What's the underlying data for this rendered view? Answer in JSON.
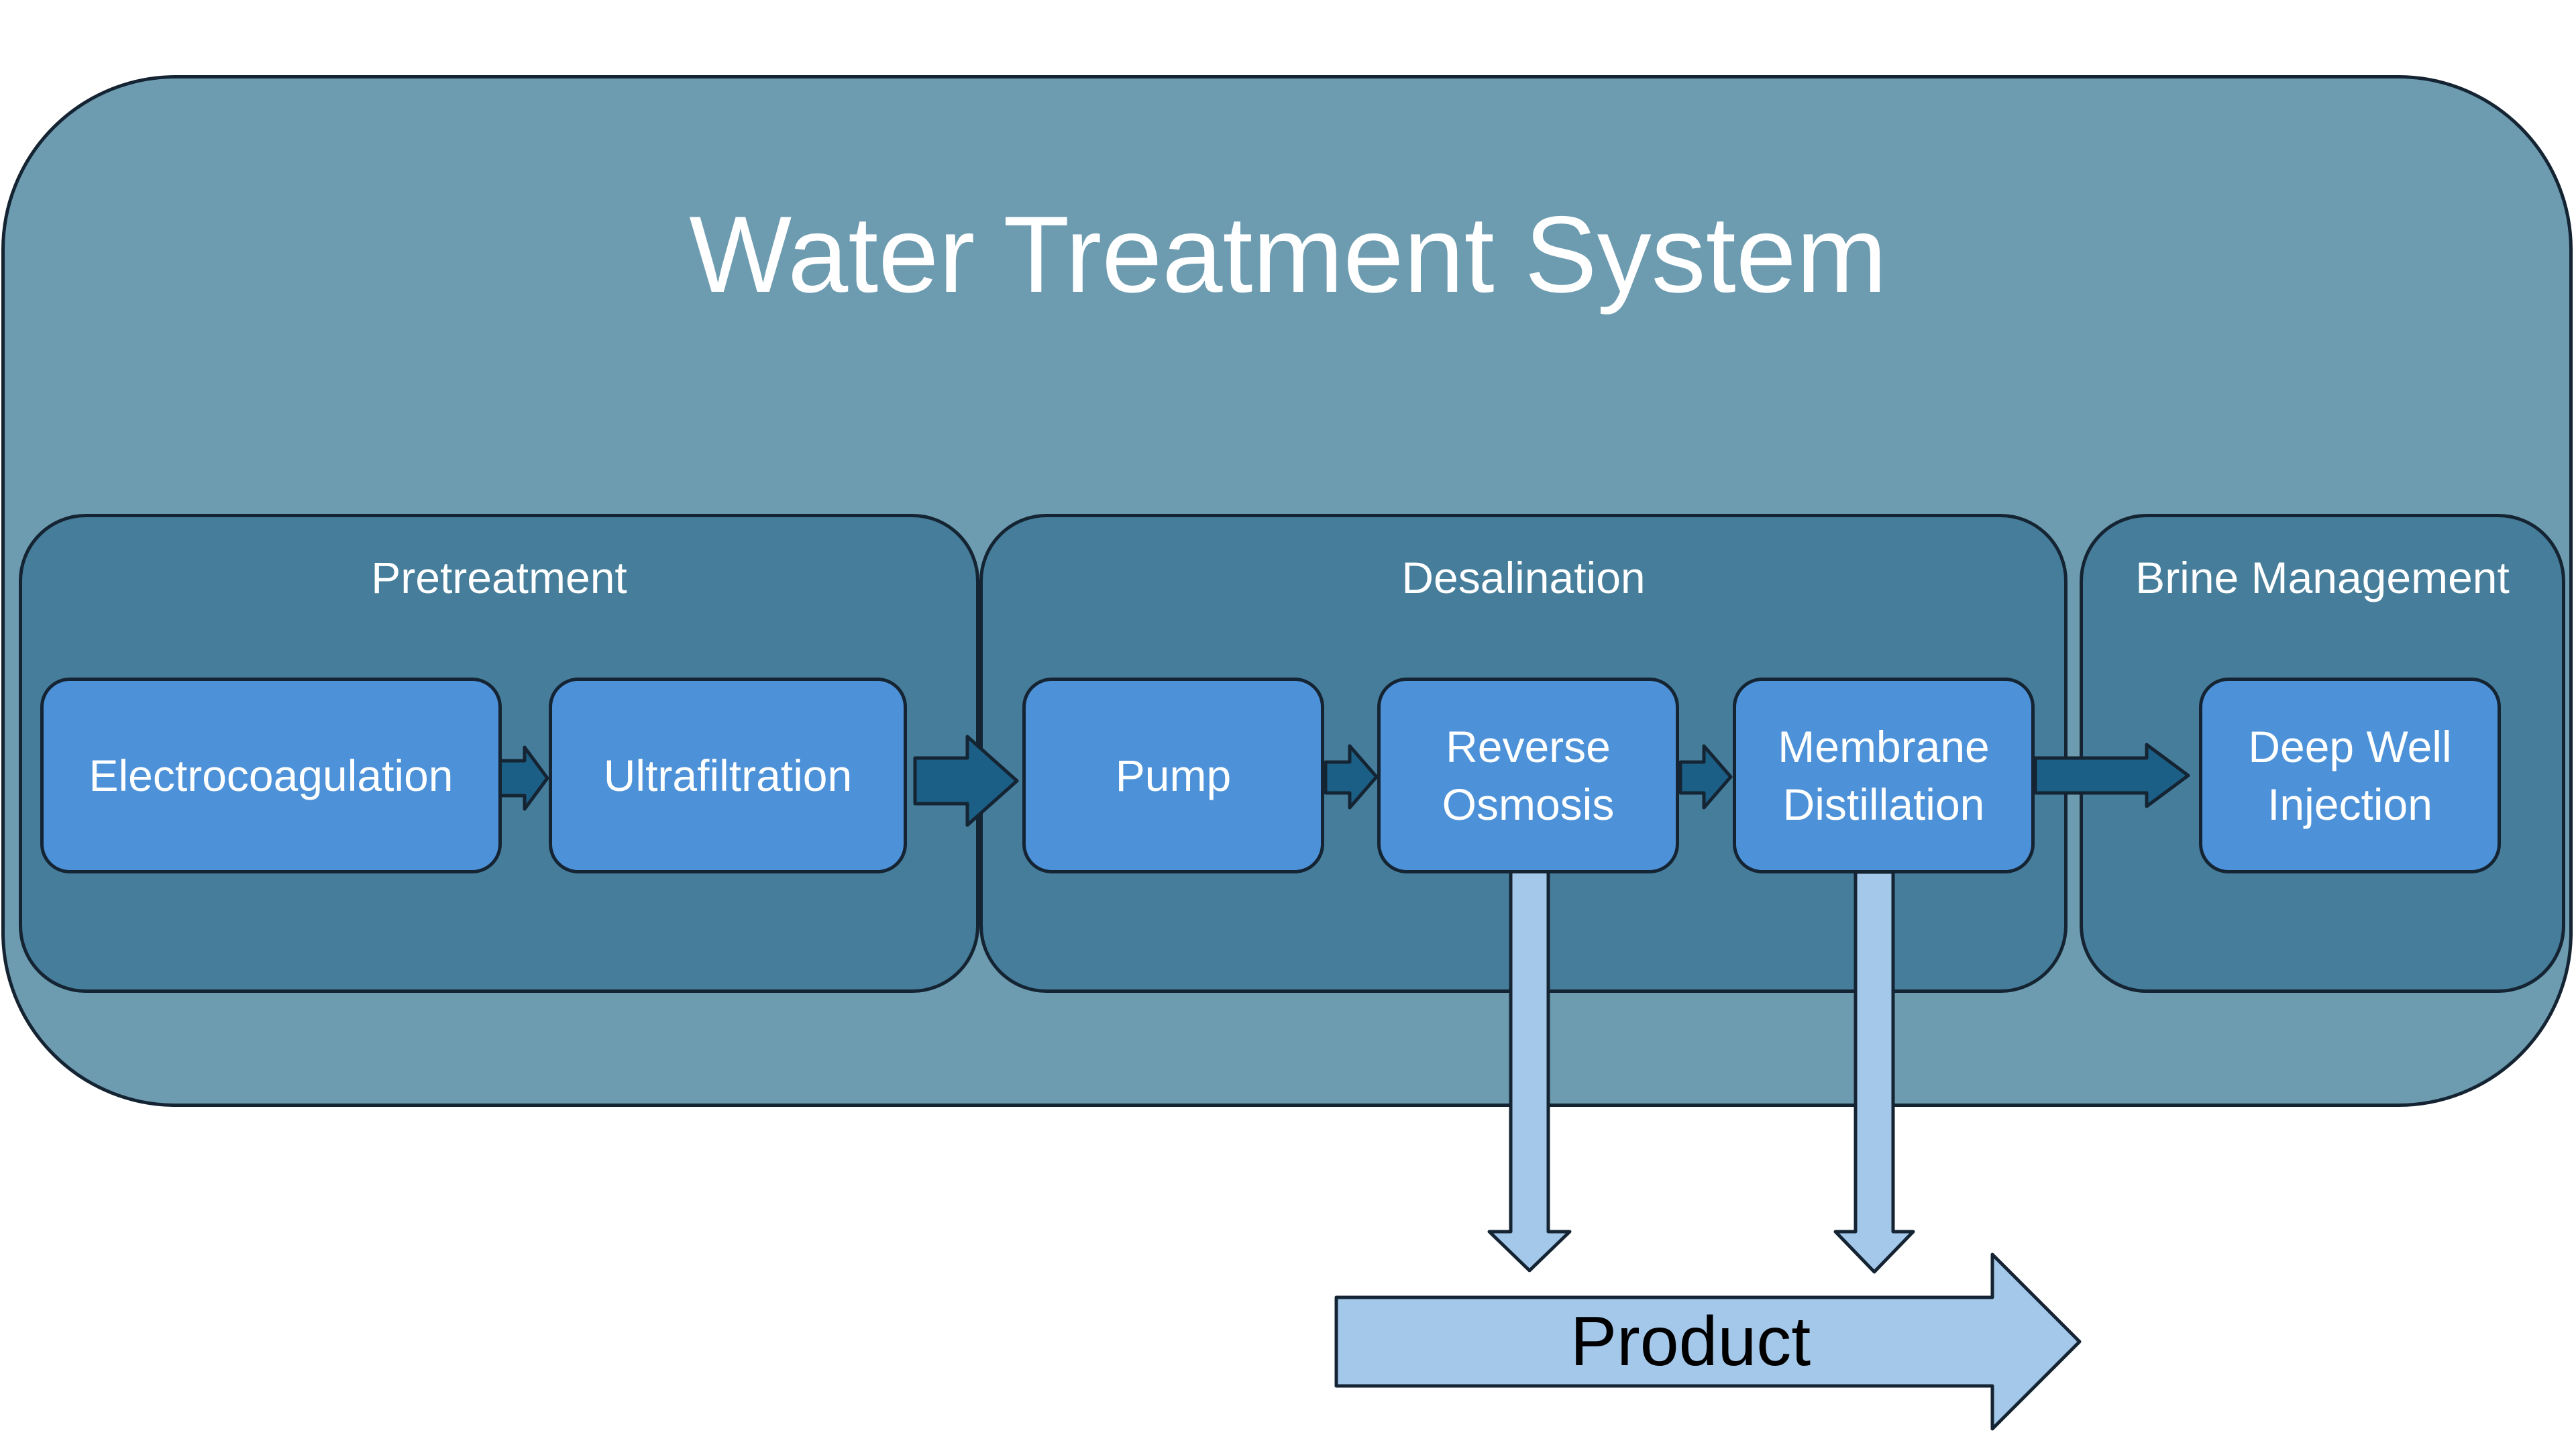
{
  "title": "Water Treatment System",
  "groups": [
    {
      "id": "pretreatment",
      "label": "Pretreatment"
    },
    {
      "id": "desalination",
      "label": "Desalination"
    },
    {
      "id": "brine",
      "label": "Brine Management"
    }
  ],
  "nodes": [
    {
      "id": "electrocoagulation",
      "label": "Electrocoagulation"
    },
    {
      "id": "ultrafiltration",
      "label": "Ultrafiltration"
    },
    {
      "id": "pump",
      "label": "Pump"
    },
    {
      "id": "reverse_osmosis",
      "label": "Reverse\nOsmosis"
    },
    {
      "id": "membrane_distillation",
      "label": "Membrane\nDistillation"
    },
    {
      "id": "deep_well_injection",
      "label": "Deep Well\nInjection"
    }
  ],
  "edges": [
    {
      "from": "electrocoagulation",
      "to": "ultrafiltration"
    },
    {
      "from": "ultrafiltration",
      "to": "pump"
    },
    {
      "from": "pump",
      "to": "reverse_osmosis"
    },
    {
      "from": "reverse_osmosis",
      "to": "membrane_distillation"
    },
    {
      "from": "membrane_distillation",
      "to": "deep_well_injection"
    },
    {
      "from": "reverse_osmosis",
      "to": "product"
    },
    {
      "from": "membrane_distillation",
      "to": "product"
    }
  ],
  "product": {
    "label": "Product"
  },
  "colors": {
    "outer_fill": "#6d9cb0",
    "group_fill": "#457d9a",
    "node_fill": "#4d92d8",
    "flow_arrow": "#1b5f86",
    "product_arrow": "#a4c8ea",
    "outline": "#152433"
  }
}
